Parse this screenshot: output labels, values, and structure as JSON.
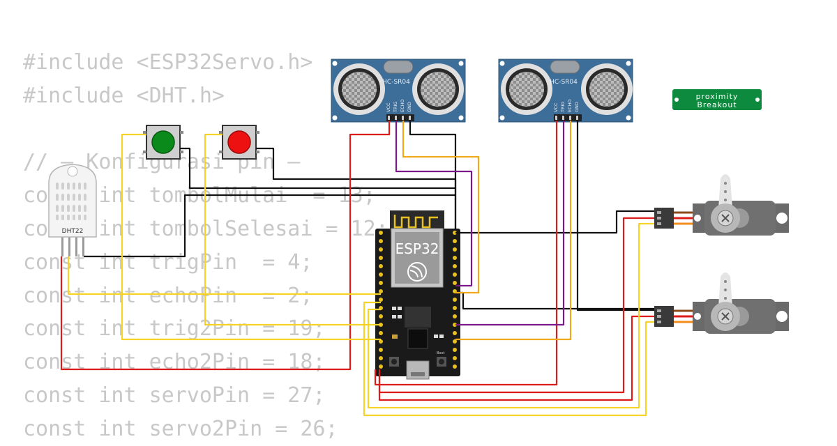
{
  "code_lines": [
    "#include <ESP32Servo.h>",
    "#include <DHT.h>",
    "",
    "// — Konfigurasi pin —",
    "const int tombolMulai  = 13;",
    "const int tombolSelesai = 12;",
    "const int trigPin  = 4;",
    "const int echoPin  = 2;",
    "const int trig2Pin = 19;",
    "const int echo2Pin = 18;",
    "const int servoPin = 27;",
    "const int servo2Pin = 26;"
  ],
  "components": {
    "ultrasonic_1": {
      "label": "HC-SR04",
      "pins": [
        "VCC",
        "TRIG",
        "ECHO",
        "GND"
      ]
    },
    "ultrasonic_2": {
      "label": "HC-SR04",
      "pins": [
        "VCC",
        "TRIG",
        "ECHO",
        "GND"
      ]
    },
    "proximity": {
      "line1": "proximity",
      "line2": "Breakout"
    },
    "dht": {
      "label": "DHT22"
    },
    "esp32": {
      "label": "ESP32",
      "boot_label": "Boot"
    },
    "button_start": {
      "cap_color": "#0a8a1a"
    },
    "button_stop": {
      "cap_color": "#ee1111"
    }
  },
  "colors": {
    "wire_red": "#dd1b1b",
    "wire_black": "#111111",
    "wire_yellow": "#f5d327",
    "wire_orange": "#f0a81c",
    "wire_purple": "#7a1a8a",
    "sensor_board": "#3d6e9a",
    "breakout_board": "#0e8a3e",
    "servo_body": "#6a6a6a"
  }
}
